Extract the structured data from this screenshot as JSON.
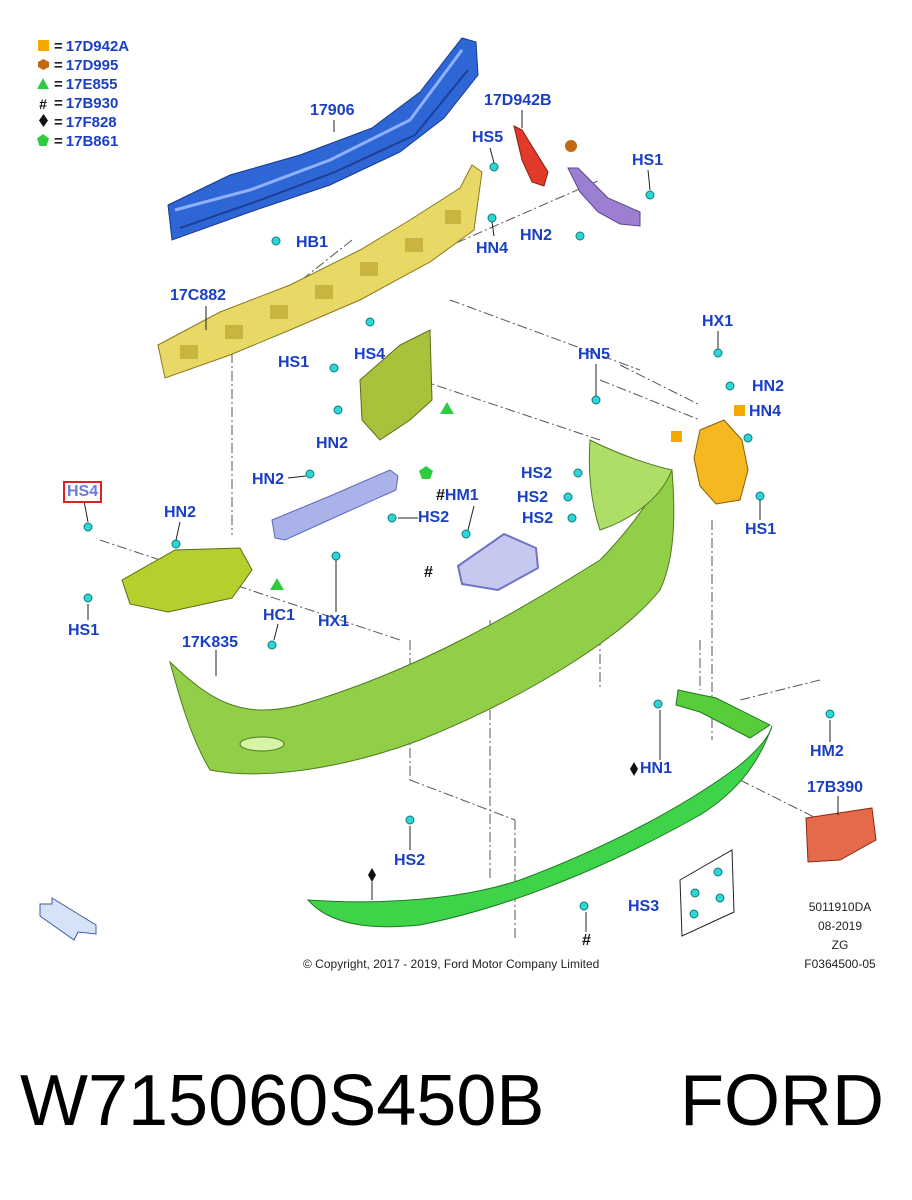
{
  "legend": [
    {
      "symbol": "square",
      "color": "#f5a800",
      "eq": "=",
      "code": "17D942A"
    },
    {
      "symbol": "hexagon",
      "color": "#c26a12",
      "eq": "=",
      "code": "17D995"
    },
    {
      "symbol": "triangle",
      "color": "#2ecc40",
      "eq": "=",
      "code": "17E855"
    },
    {
      "symbol": "hash",
      "color": "#111111",
      "eq": "=",
      "code": "17B930"
    },
    {
      "symbol": "diamond",
      "color": "#111111",
      "eq": "=",
      "code": "17F828"
    },
    {
      "symbol": "pentagon",
      "color": "#2ecc40",
      "eq": "=",
      "code": "17B861"
    }
  ],
  "callouts": {
    "c17906": "17906",
    "c17D942B": "17D942B",
    "hs5": "HS5",
    "hs1_top": "HS1",
    "hb1": "HB1",
    "hn4": "HN4",
    "hn2_top": "HN2",
    "c17C882": "17C882",
    "hx1_right": "HX1",
    "hs1_mid": "HS1",
    "hs4_mid": "HS4",
    "hn5": "HN5",
    "hn2_right": "HN2",
    "hn4_right": "HN4",
    "hn2_mid": "HN2",
    "hs2_a": "HS2",
    "hs2_b": "HS2",
    "hs2_c": "HS2",
    "hs1_right": "HS1",
    "hs4_left": "HS4",
    "hn2_left": "HN2",
    "hn2_center": "HN2",
    "hm1": "HM1",
    "hs2_center": "HS2",
    "hs1_left": "HS1",
    "hc1": "HC1",
    "hx1_center": "HX1",
    "c17K835": "17K835",
    "hn1": "HN1",
    "hm2": "HM2",
    "c17B390": "17B390",
    "hs2_bottom": "HS2",
    "hs3": "HS3",
    "hash_label": "#",
    "hash_bottom": "#"
  },
  "meta": {
    "doc_code": "5011910DA",
    "date": "08-2019",
    "zg": "ZG",
    "ref": "F0364500-05"
  },
  "copyright": "© Copyright, 2017 - 2019, Ford Motor Company Limited",
  "part_number": "W715060S450B",
  "brand": "FORD",
  "colors": {
    "callout": "#1a3fc4",
    "beam": "#2f66d6",
    "absorber": "#e8d865",
    "bumper": "#92cf48",
    "bracket_orange": "#f5b820",
    "bracket_red": "#e23a2a",
    "purple": "#9d7fd2",
    "clip": "#2ad6d6"
  }
}
